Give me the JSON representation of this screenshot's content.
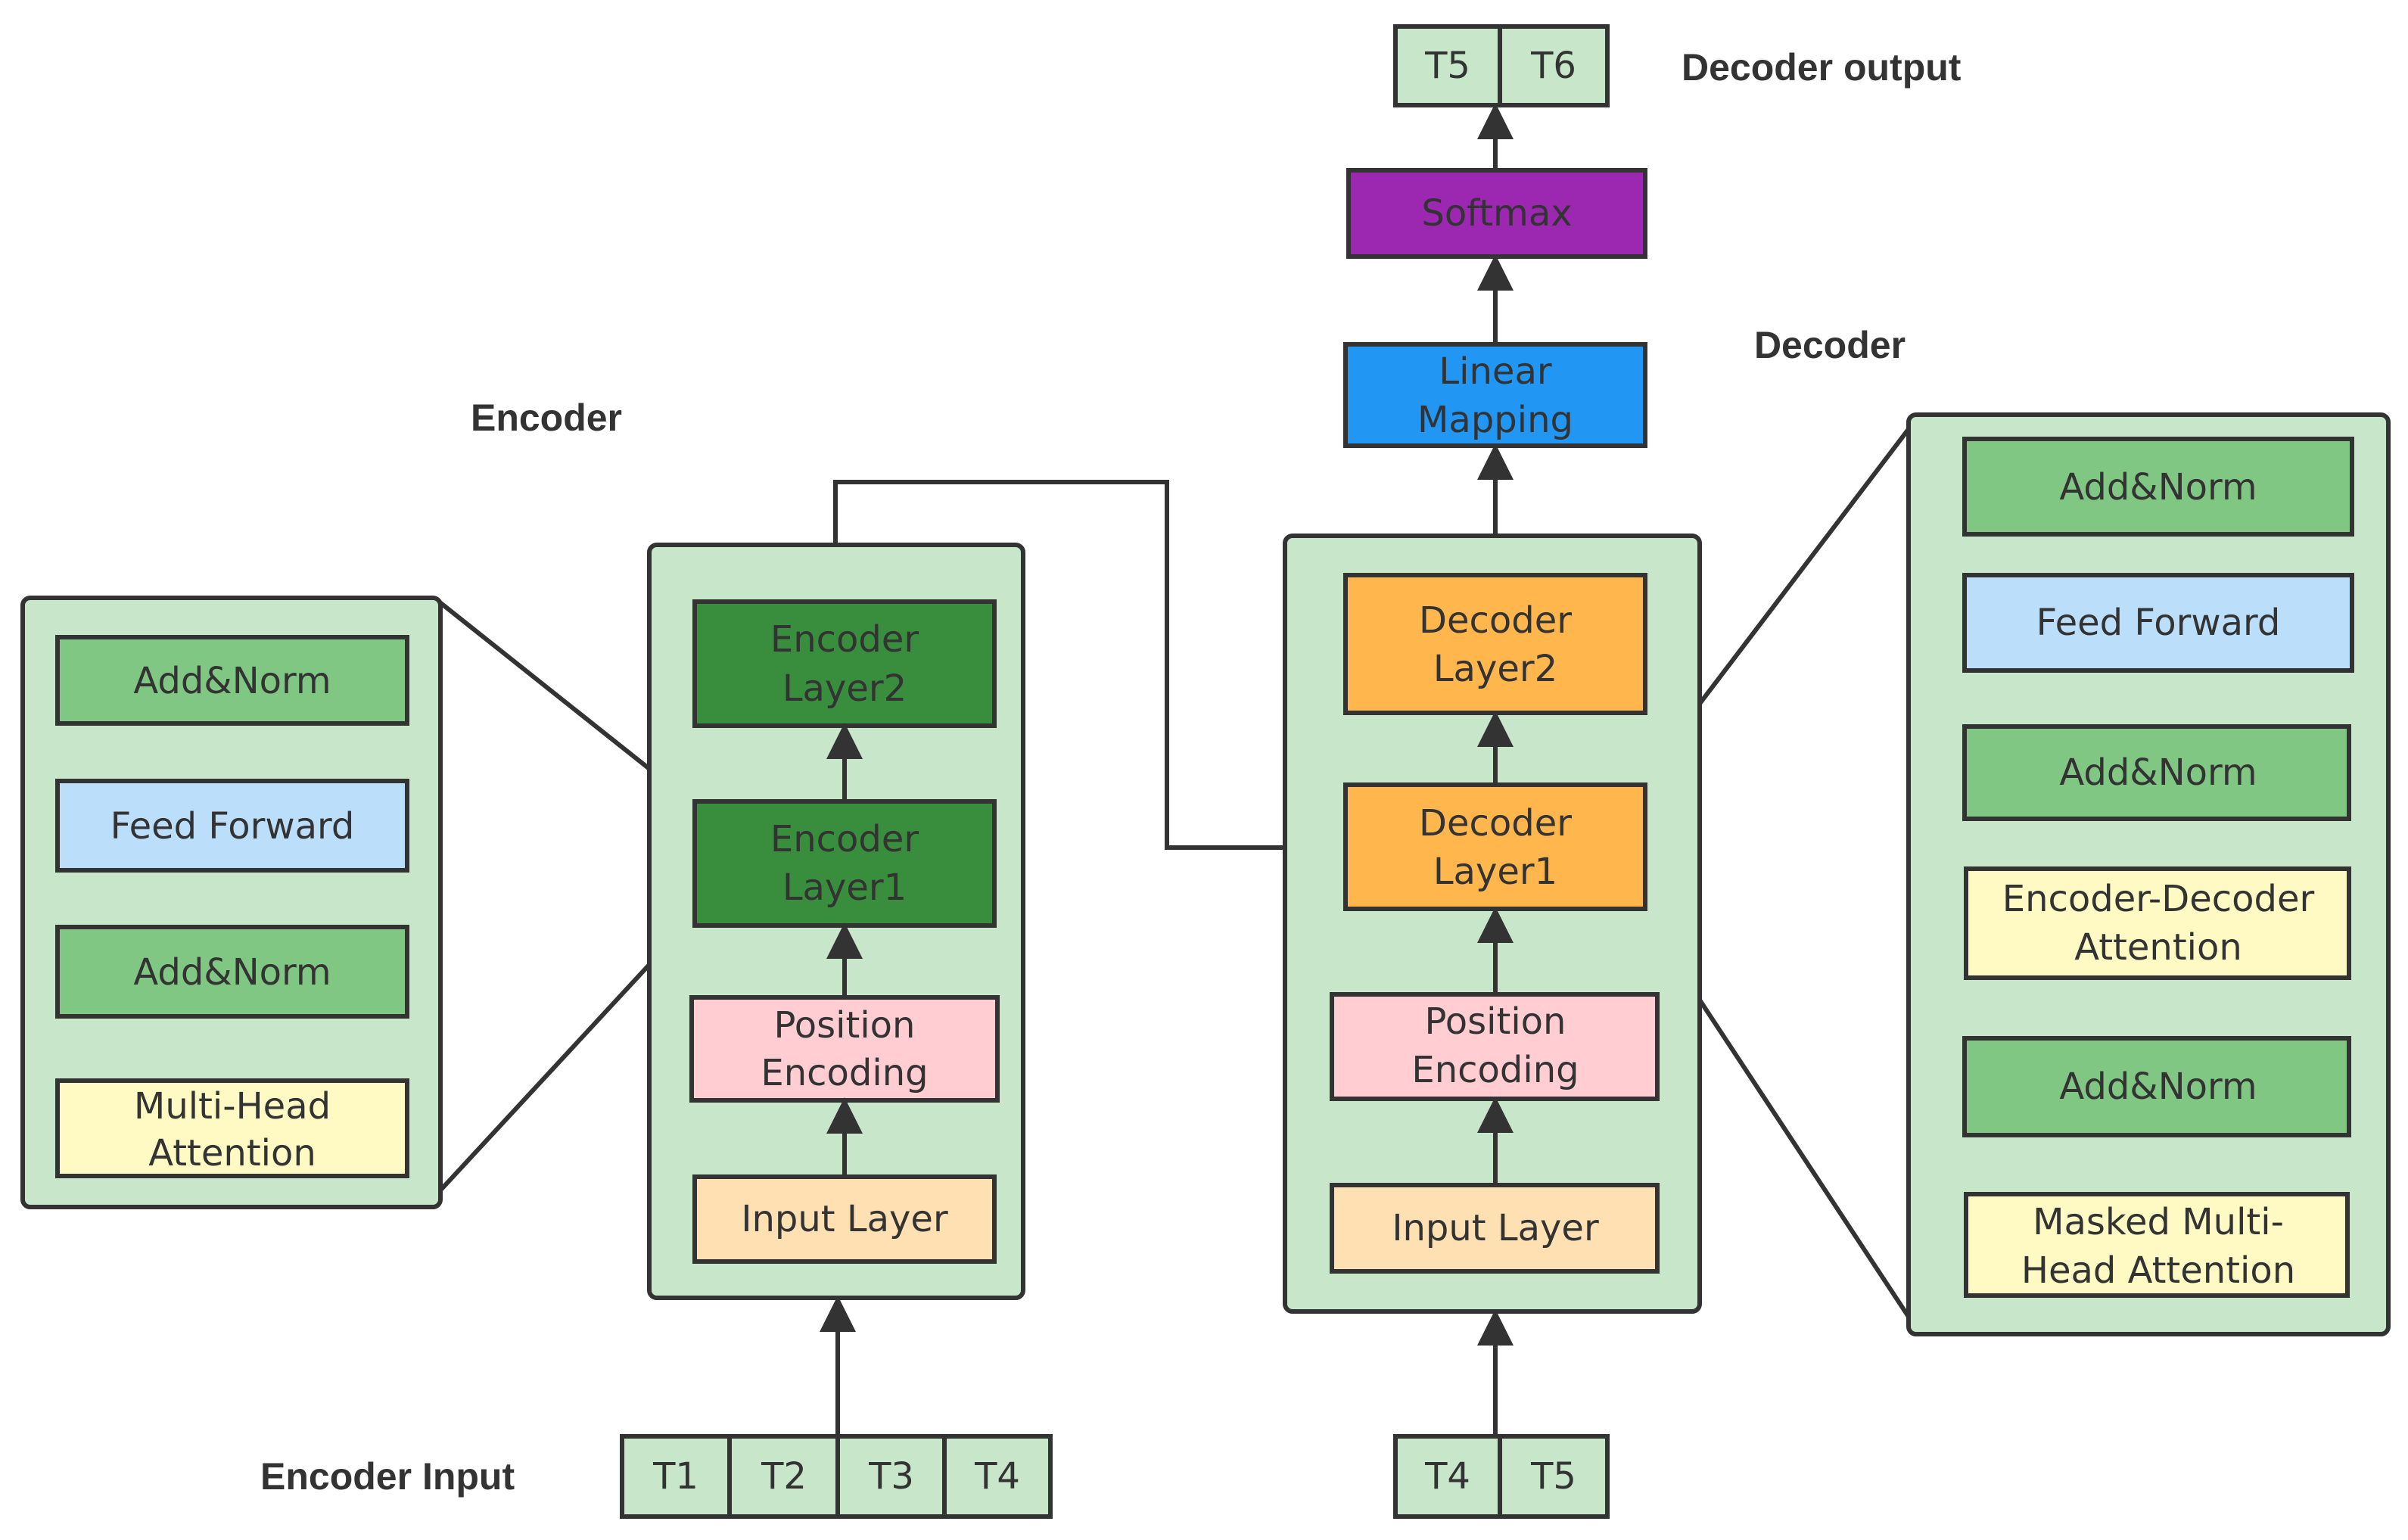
{
  "labels": {
    "encoder": "Encoder",
    "decoder": "Decoder",
    "encoder_input": "Encoder Input",
    "decoder_output": "Decoder output"
  },
  "encoder_detail": {
    "add_norm_top": "Add&Norm",
    "feed_forward": "Feed Forward",
    "add_norm_bottom": "Add&Norm",
    "multi_head_attention": [
      "Multi-Head",
      "Attention"
    ]
  },
  "encoder_stack": {
    "layer2": [
      "Encoder",
      "Layer2"
    ],
    "layer1": [
      "Encoder",
      "Layer1"
    ],
    "position_encoding": [
      "Position",
      "Encoding"
    ],
    "input_layer": "Input Layer"
  },
  "decoder_stack": {
    "softmax": "Softmax",
    "linear_mapping": [
      "Linear",
      "Mapping"
    ],
    "layer2": [
      "Decoder",
      "Layer2"
    ],
    "layer1": [
      "Decoder",
      "Layer1"
    ],
    "position_encoding": [
      "Position",
      "Encoding"
    ],
    "input_layer": "Input Layer"
  },
  "decoder_detail": {
    "add_norm_1": "Add&Norm",
    "feed_forward": "Feed Forward",
    "add_norm_2": "Add&Norm",
    "enc_dec_attention": [
      "Encoder-Decoder",
      "Attention"
    ],
    "add_norm_3": "Add&Norm",
    "masked_attention": [
      "Masked Multi-",
      "Head Attention"
    ]
  },
  "tokens": {
    "encoder_input": [
      "T1",
      "T2",
      "T3",
      "T4"
    ],
    "decoder_input": [
      "T4",
      "T5"
    ],
    "decoder_output": [
      "T5",
      "T6"
    ]
  },
  "colors": {
    "panel": "#c8e6c9",
    "encoder_layer": "#388e3c",
    "add_norm": "#81c784",
    "feed_forward": "#bbdefb",
    "attention": "#fff9c4",
    "position_encoding": "#ffcdd2",
    "input_layer": "#ffe0b2",
    "decoder_layer": "#ffb74d",
    "linear": "#2196f3",
    "softmax": "#9c27b0",
    "line": "#333333"
  }
}
